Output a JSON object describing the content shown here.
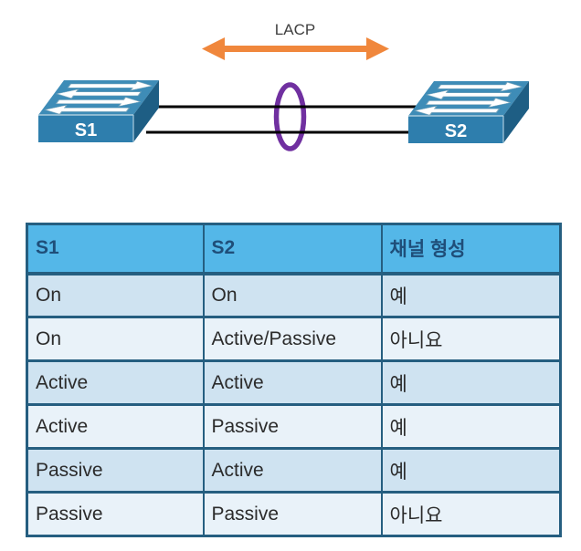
{
  "diagram": {
    "lacp_label": "LACP",
    "switch1_label": "S1",
    "switch2_label": "S2",
    "colors": {
      "arrow_orange": "#F0873C",
      "ellipse_purple": "#7030A0",
      "link_line": "#000000",
      "switch_top": "#3E8CB7",
      "switch_front": "#2E7EAD",
      "switch_side": "#1E5E84",
      "lacp_text": "#404040"
    }
  },
  "table": {
    "headers": [
      "S1",
      "S2",
      "채널 형성"
    ],
    "rows": [
      [
        "On",
        "On",
        "예"
      ],
      [
        "On",
        "Active/Passive",
        "아니요"
      ],
      [
        "Active",
        "Active",
        "예"
      ],
      [
        "Active",
        "Passive",
        "예"
      ],
      [
        "Passive",
        "Active",
        "예"
      ],
      [
        "Passive",
        "Passive",
        "아니요"
      ]
    ],
    "colors": {
      "header_bg": "#54B7E8",
      "header_text": "#1F4E79",
      "row_odd_bg": "#CFE3F1",
      "row_even_bg": "#E9F2F9",
      "border": "#255E80",
      "cell_text": "#2B2B2B"
    }
  }
}
